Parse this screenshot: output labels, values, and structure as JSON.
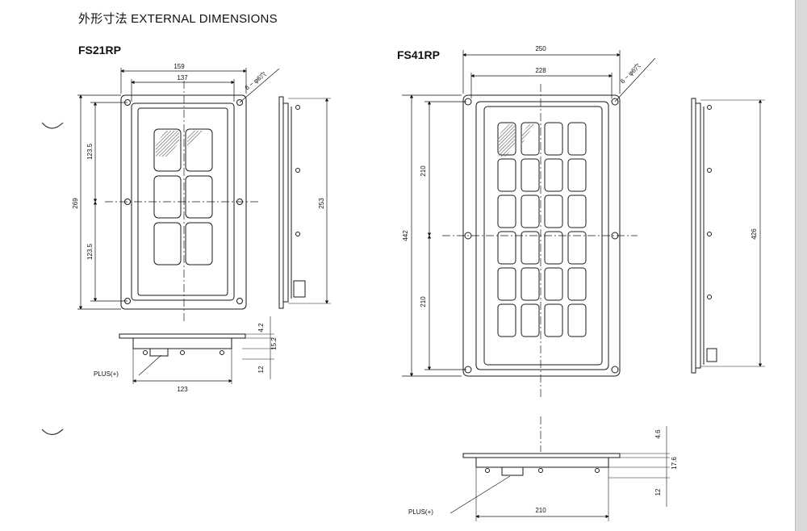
{
  "title": "外形寸法 EXTERNAL DIMENSIONS",
  "models": {
    "fs21": {
      "name": "FS21RP",
      "dims": {
        "width_outer": "159",
        "width_inner": "137",
        "hole_note": "6 − φ6穴",
        "height_total": "269",
        "height_half_top": "123.5",
        "height_half_bottom": "123.5",
        "side_height": "253",
        "side_t1": "4.2",
        "side_t2": "15.2",
        "side_t3": "12",
        "bottom_width": "123",
        "plus_label": "PLUS(+)"
      }
    },
    "fs41": {
      "name": "FS41RP",
      "dims": {
        "width_outer": "250",
        "width_inner": "228",
        "hole_note": "6 − φ6穴",
        "height_total": "442",
        "height_half_top": "210",
        "height_half_bottom": "210",
        "side_height": "426",
        "side_t1": "4.6",
        "side_t2": "17.6",
        "side_t3": "12",
        "bottom_width": "210",
        "plus_label": "PLUS(+)"
      }
    }
  },
  "colors": {
    "line": "#1a1a1a",
    "paper": "#ffffff",
    "hatch": "#555555"
  }
}
